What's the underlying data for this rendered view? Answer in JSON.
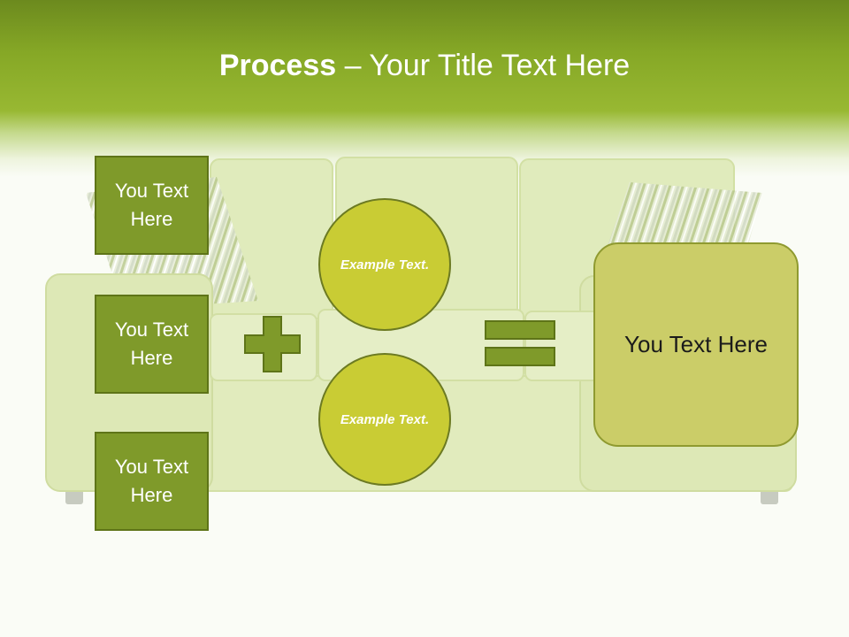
{
  "slide": {
    "title_bold": "Process",
    "title_rest": " – Your Title Text Here"
  },
  "side_boxes": [
    {
      "label": "You Text Here"
    },
    {
      "label": "You Text Here"
    },
    {
      "label": "You Text Here"
    }
  ],
  "circles": [
    {
      "label": "Example Text."
    },
    {
      "label": "Example Text."
    }
  ],
  "result_box": {
    "label": "You Text Here"
  },
  "icons": {
    "plus": "plus-icon",
    "equals": "equals-icon",
    "background": "sofa-illustration"
  },
  "colors": {
    "header_green": "#86a826",
    "box_green": "#7f9a2a",
    "circle_yellow": "#c9cc34",
    "result_fill": "#cbcd68",
    "sofa_tint": "#e2ecbe"
  }
}
